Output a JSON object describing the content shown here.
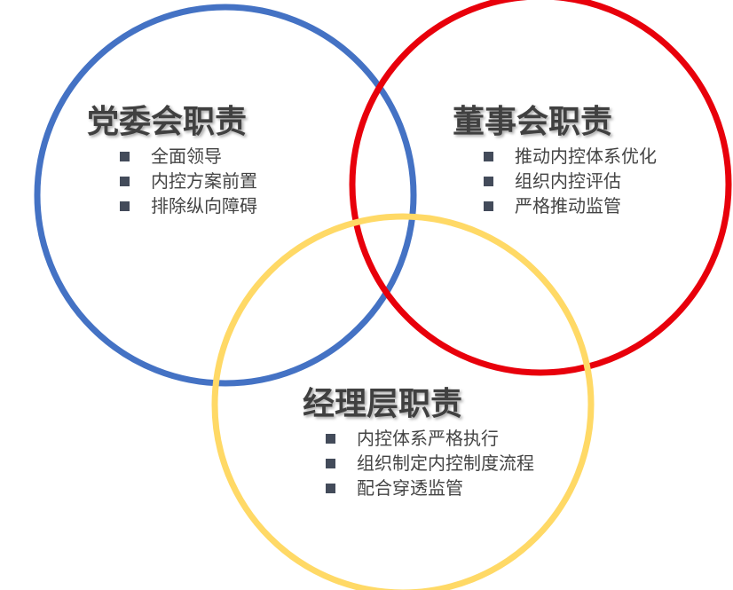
{
  "colors": {
    "party_circle": "#4472c4",
    "board_circle": "#e8000b",
    "management_circle": "#ffd966",
    "heading_text": "#404040",
    "item_text": "#444444",
    "bullet": "#434b5a"
  },
  "party": {
    "title": "党委会职责",
    "items": [
      "全面领导",
      "内控方案前置",
      "排除纵向障碍"
    ]
  },
  "board": {
    "title": "董事会职责",
    "items": [
      "推动内控体系优化",
      "组织内控评估",
      "严格推动监管"
    ]
  },
  "management": {
    "title": "经理层职责",
    "items": [
      "内控体系严格执行",
      "组织制定内控制度流程",
      "配合穿透监管"
    ]
  },
  "bullet_icon": "square-bullet-icon"
}
